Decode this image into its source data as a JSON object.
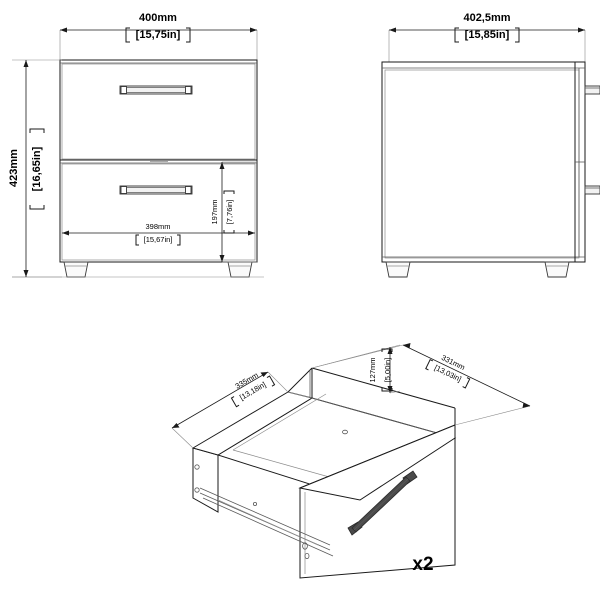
{
  "drawing": {
    "title": "Nightstand assembly technical drawing",
    "units_primary": "mm",
    "units_secondary": "in",
    "line_color": "#1a1a1a",
    "background_color": "#ffffff"
  },
  "views": {
    "front": {
      "name": "front-elevation",
      "drawer_count": 2,
      "dimensions": {
        "width_top": {
          "mm": "400mm",
          "in": "[15,75in]"
        },
        "height_left": {
          "mm": "423mm",
          "in": "[16,65in]"
        },
        "width_inner": {
          "mm": "398mm",
          "in": "[15,67in]"
        },
        "drawer_height": {
          "mm": "197mm",
          "in": "[7,76in]"
        }
      }
    },
    "side": {
      "name": "side-elevation",
      "dimensions": {
        "depth_top": {
          "mm": "402,5mm",
          "in": "[15,85in]"
        }
      }
    },
    "drawer": {
      "name": "drawer-isometric",
      "quantity_label": "x2",
      "dimensions": {
        "width": {
          "mm": "335mm",
          "in": "[13,18in]"
        },
        "depth": {
          "mm": "331mm",
          "in": "[13,03in]"
        },
        "height": {
          "mm": "127mm",
          "in": "[5,00in]"
        }
      }
    }
  }
}
